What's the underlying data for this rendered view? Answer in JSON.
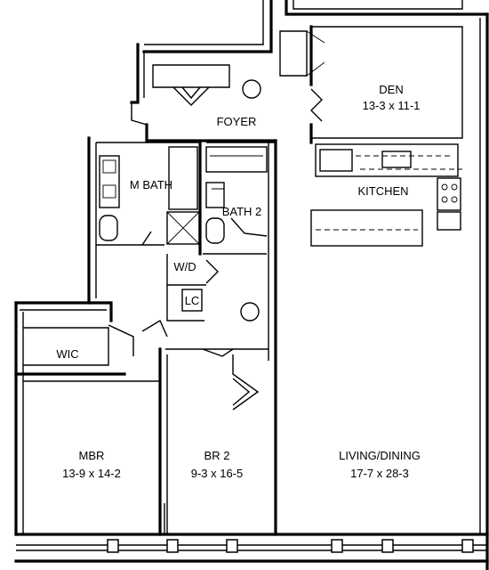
{
  "rooms": {
    "den": {
      "name": "DEN",
      "dims": "13-3 x 11-1"
    },
    "foyer": {
      "name": "FOYER"
    },
    "kitchen": {
      "name": "KITCHEN"
    },
    "m_bath": {
      "name": "M BATH"
    },
    "bath2": {
      "name": "BATH 2"
    },
    "wd": {
      "name": "W/D"
    },
    "lc": {
      "name": "LC"
    },
    "wic": {
      "name": "WIC"
    },
    "mbr": {
      "name": "MBR",
      "dims": "13-9 x 14-2"
    },
    "br2": {
      "name": "BR 2",
      "dims": "9-3 x 16-5"
    },
    "living": {
      "name": "LIVING/DINING",
      "dims": "17-7 x 28-3"
    }
  }
}
